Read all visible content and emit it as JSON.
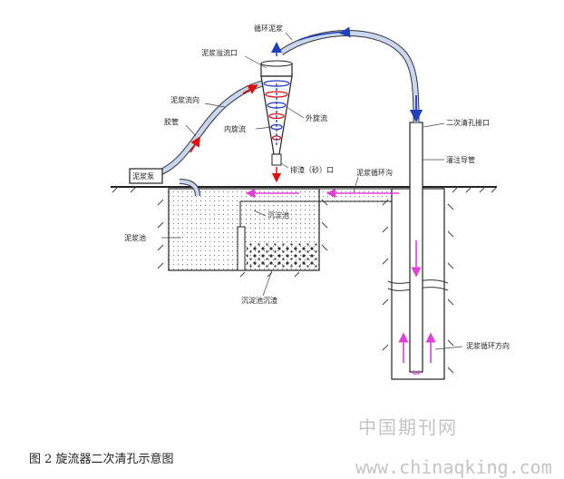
{
  "labels": {
    "circulating_mud": "循环泥浆",
    "overflow_port": "泥浆溢流口",
    "mud_flow_direction": "泥浆流向",
    "rubber_hose": "胶管",
    "inner_vortex": "内旋流",
    "outer_vortex": "外旋流",
    "secondary_port": "二次清孔接口",
    "discharge_port": "排渣（砂）口",
    "mud_ditch": "泥浆循环沟",
    "pouring_pipe": "灌注导管",
    "mud_pump": "泥浆泵",
    "settling_tank": "沉淀池",
    "mud_pit": "泥浆池",
    "sediment": "沉淀池沉渣",
    "circulation_direction": "泥浆循环方向"
  },
  "watermark": {
    "cn": "中国期刊网",
    "en": "www.chinaqking.com"
  },
  "caption": "图 2 旋流器二次清孔示意图",
  "colors": {
    "pipe_fill": "#c9d6ef",
    "arrow_blue": "#1f3fbf",
    "arrow_red": "#e01010",
    "arrow_pink": "#e040d8",
    "line": "#333333",
    "watermark": "#c4c4c4"
  }
}
